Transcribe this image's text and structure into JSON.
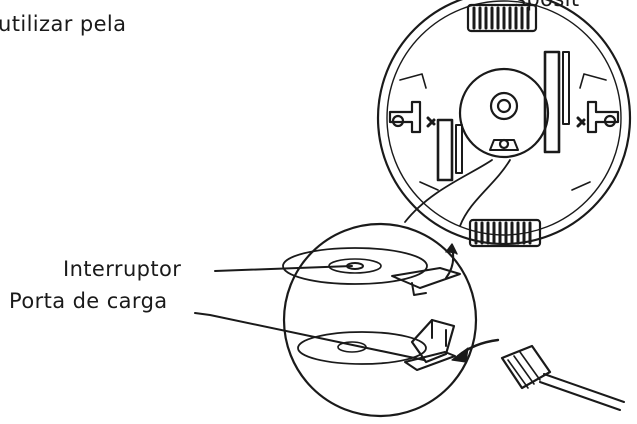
{
  "texts": {
    "top_fragment": "utilizar pela",
    "top_right_fragment": "sposit",
    "label_switch": "Interruptor",
    "label_port": "Porta de carga"
  },
  "colors": {
    "ink": "#1a1a1a",
    "background": "#ffffff"
  }
}
